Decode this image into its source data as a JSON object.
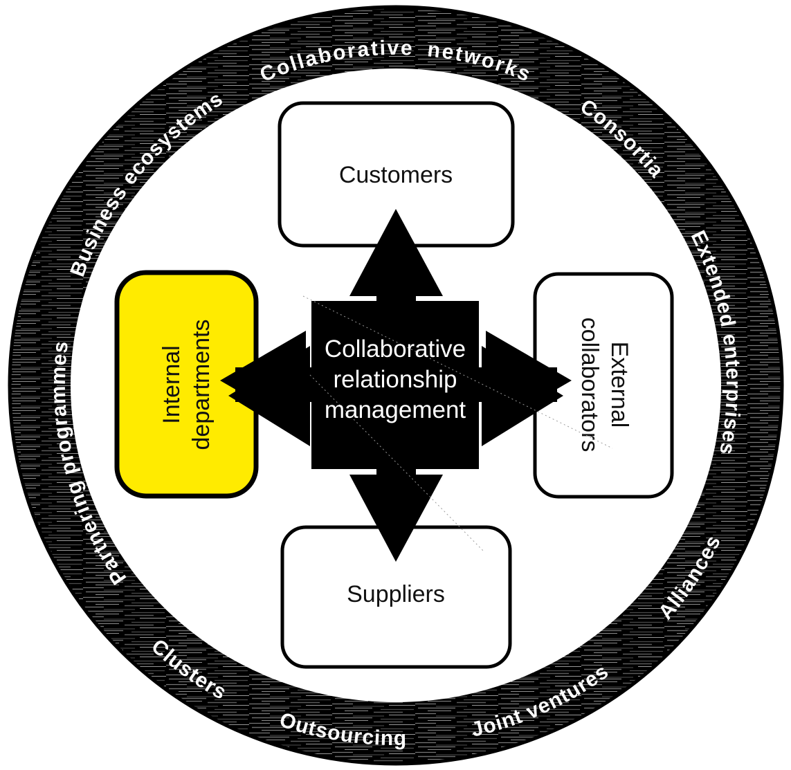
{
  "diagram_title": "Collaborative relationship management",
  "center_box": {
    "lines": [
      "Collaborative",
      "relationship",
      "management"
    ]
  },
  "boxes": {
    "customers": {
      "label": "Customers"
    },
    "suppliers": {
      "label": "Suppliers"
    },
    "internal_departments": {
      "lines": [
        "Internal",
        "departments"
      ],
      "highlighted": true
    },
    "external_collaborators": {
      "lines": [
        "External",
        "collaborators"
      ],
      "highlighted": false
    }
  },
  "ring_labels": {
    "clockwise": [
      {
        "id": "partnering-programmes",
        "text": "Partnering programmes"
      },
      {
        "id": "business-ecosystems",
        "text": "Business ecosystems"
      },
      {
        "id": "collaborative-networks",
        "text": "Collaborative networks"
      },
      {
        "id": "consortia",
        "text": "Consortia"
      },
      {
        "id": "extended-enterprises",
        "text": "Extended enterprises"
      }
    ],
    "counterclockwise": [
      {
        "id": "clusters",
        "text": "Clusters"
      },
      {
        "id": "outsourcing",
        "text": "Outsourcing"
      },
      {
        "id": "joint-ventures",
        "text": "Joint ventures"
      },
      {
        "id": "alliances",
        "text": "Alliances"
      }
    ]
  },
  "colors": {
    "ring_base": "#000000",
    "ring_text": "#FFFFFF",
    "box_highlight": "#FFEB00",
    "box_fill": "#FFFFFF",
    "box_border": "#000000",
    "arrow": "#000000",
    "center_square": "#000000",
    "center_text": "#FFFFFF",
    "box_text": "#111111"
  }
}
